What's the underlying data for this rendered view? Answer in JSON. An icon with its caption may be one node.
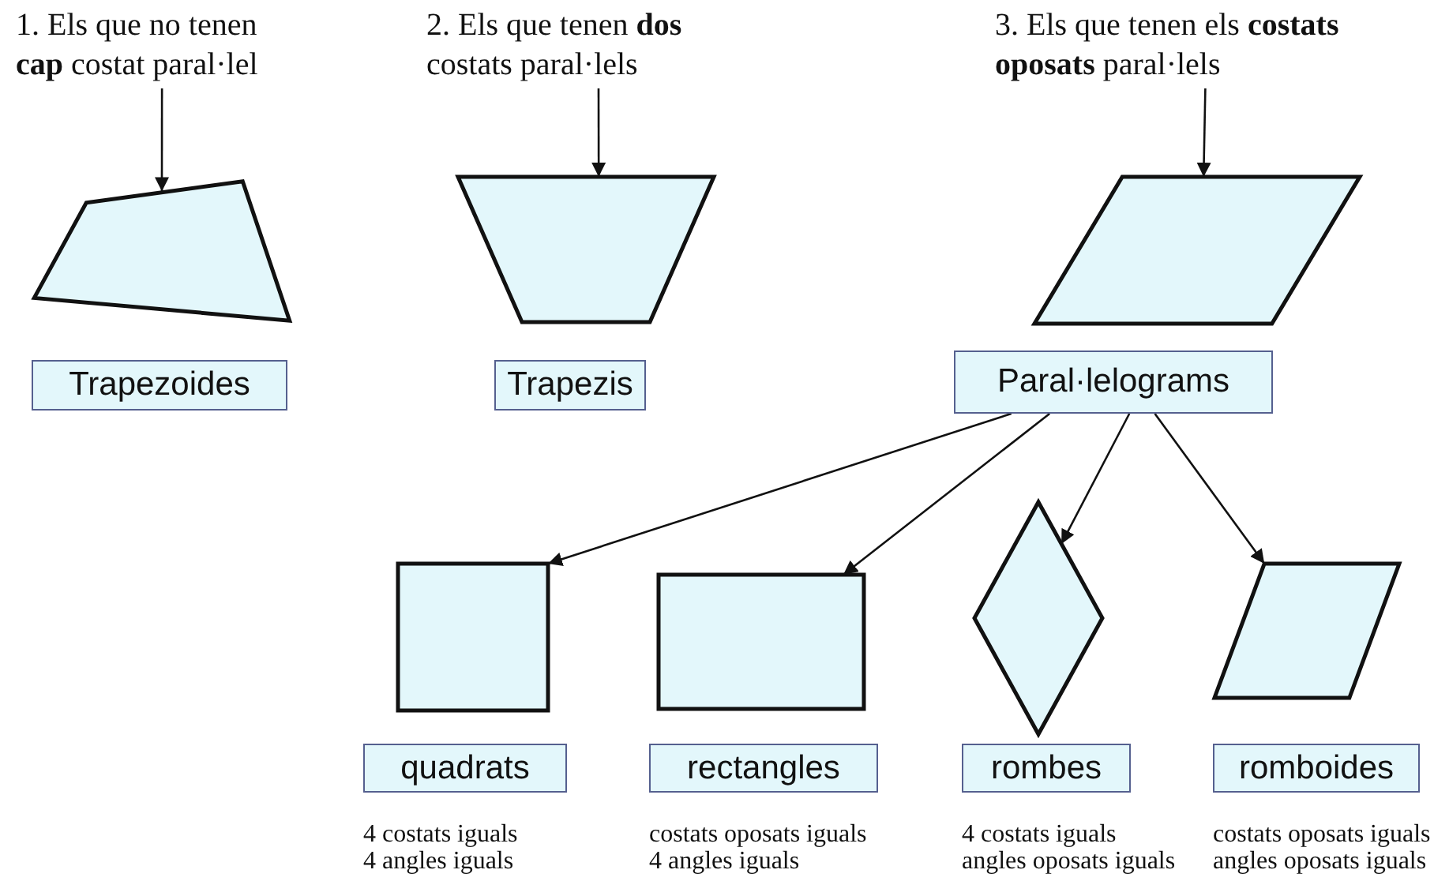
{
  "diagram": {
    "nodes": [
      {
        "text": [
          "1. Els que no tenen **cap** costat paral·lel"
        ]
      },
      {
        "text": [
          "2. Els que tenen **dos** costats paral·lels"
        ]
      },
      {
        "text": [
          "3. Els que tenen els **costats oposats** paral·lels"
        ]
      },
      {
        "text": [],
        "shape": "quadrilateral"
      },
      {
        "text": [],
        "shape": "trapezoid"
      },
      {
        "text": [],
        "shape": "parallelogram"
      },
      {
        "text": [
          "Trapezoides"
        ]
      },
      {
        "text": [
          "Trapezis"
        ]
      },
      {
        "text": [
          "Paral·lelograms"
        ]
      },
      {
        "text": [],
        "shape": "square"
      },
      {
        "text": [],
        "shape": "rectangle"
      },
      {
        "text": [],
        "shape": "rhombus"
      },
      {
        "text": [],
        "shape": "parallelogram"
      },
      {
        "text": [
          "quadrats"
        ],
        "beside": [
          "4 costats iguals",
          "4 angles iguals"
        ]
      },
      {
        "text": [
          "rectangles"
        ],
        "beside": [
          "costats oposats iguals",
          "4 angles iguals"
        ]
      },
      {
        "text": [
          "rombes"
        ],
        "beside": [
          "4 costats iguals",
          "angles oposats iguals"
        ]
      },
      {
        "text": [
          "romboides"
        ],
        "beside": [
          "costats oposats iguals",
          "angles oposats iguals"
        ]
      }
    ],
    "edges": [
      {
        "from": 0,
        "to": 3,
        "arrow": "to"
      },
      {
        "from": 1,
        "to": 4,
        "arrow": "to"
      },
      {
        "from": 2,
        "to": 5,
        "arrow": "to"
      },
      {
        "from": 8,
        "to": 9,
        "arrow": "to"
      },
      {
        "from": 8,
        "to": 10,
        "arrow": "to"
      },
      {
        "from": 8,
        "to": 11,
        "arrow": "to"
      },
      {
        "from": 8,
        "to": 12,
        "arrow": "to"
      }
    ]
  }
}
